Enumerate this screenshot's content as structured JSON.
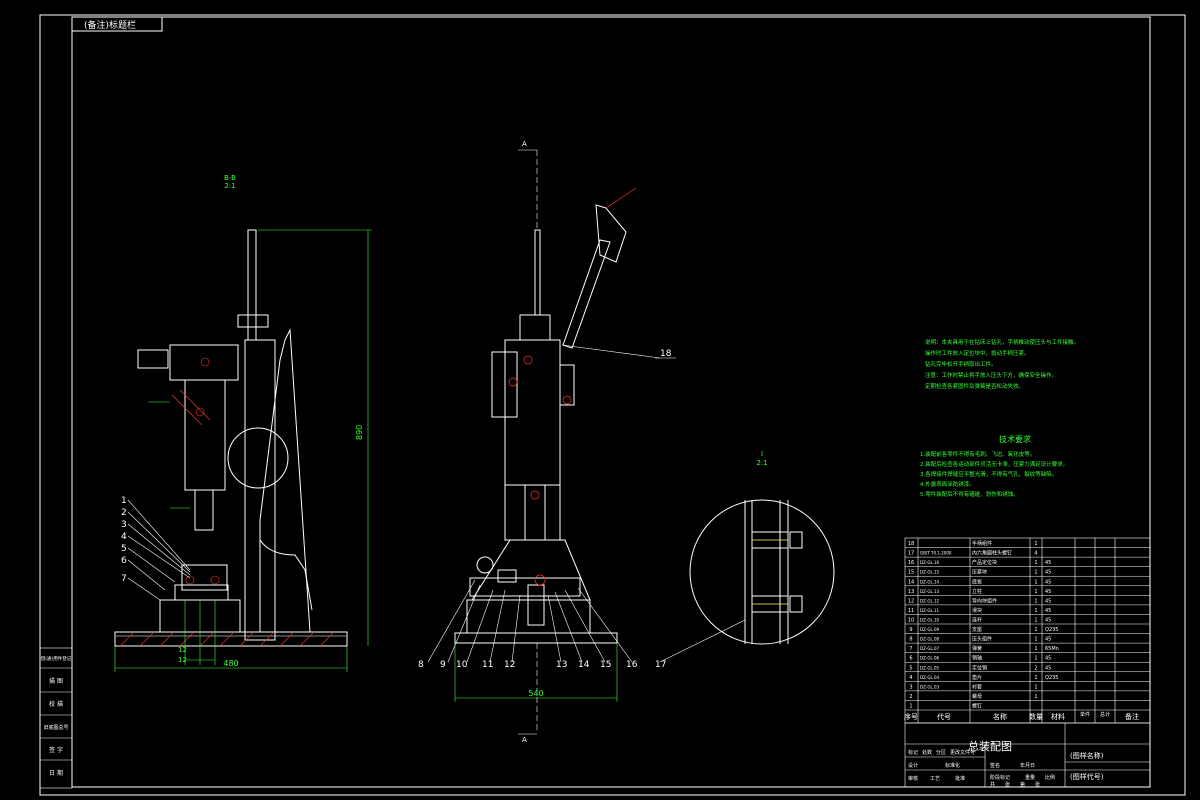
{
  "sheet": {
    "top_tag": "(备注)标题栏"
  },
  "side_panel": [
    "借(通)用件登记",
    "描 图",
    "校 描",
    "旧底图总号",
    "签 字",
    "日 期"
  ],
  "balloons_left": [
    "1",
    "2",
    "3",
    "4",
    "5",
    "6",
    "7"
  ],
  "balloons_bottom": [
    "8",
    "9",
    "10",
    "11",
    "12",
    "13",
    "14",
    "15",
    "16",
    "17"
  ],
  "balloon_right": "18",
  "section_marks": {
    "left_view": "B-B",
    "right_detail": "I",
    "scale": "2:1"
  },
  "dims": {
    "overall_height": "890",
    "base_left": "480",
    "base_right": "540",
    "gap_a": "12",
    "gap_b": "12",
    "stem": "A"
  },
  "notes": {
    "instructions": [
      "说明：本夹具用于在钻床上钻孔，手柄推动使压头与工件接触。",
      "操作时工件放入定位块中，扳动手柄压紧。",
      "钻孔完毕松开手柄取出工件。",
      "注意：工作时禁止将手放入压头下方，确保安全操作。",
      "定期检查各紧固件及弹簧是否松动失效。"
    ],
    "tech_title": "技术要求",
    "tech": [
      "1.装配前各零件不得有毛刺、飞边、氧化皮等。",
      "2.装配后检查各运动部件灵活无卡滞，压紧力满足设计要求。",
      "3.各焊接件焊缝应平整光滑，不得有气孔、裂纹等缺陷。",
      "4.外露表面涂防锈漆。",
      "5.零件装配后不得有磕碰、划伤和锈蚀。"
    ]
  },
  "bom": {
    "headers": [
      "序号",
      "代号",
      "名称",
      "数量",
      "材料",
      "单件",
      "总计",
      "备注"
    ],
    "rows": [
      [
        "18",
        "",
        "手柄组件",
        "1",
        ""
      ],
      [
        "17",
        "GB/T 70.1-2000",
        "内六角圆柱头螺钉",
        "4",
        ""
      ],
      [
        "16",
        "DZ-GL.16",
        "产品定位块",
        "1",
        "45"
      ],
      [
        "15",
        "DZ-GL.15",
        "压紧块",
        "1",
        "45"
      ],
      [
        "14",
        "DZ-GL.14",
        "底板",
        "1",
        "45"
      ],
      [
        "13",
        "DZ-GL.13",
        "立柱",
        "1",
        "45"
      ],
      [
        "12",
        "DZ-GL.12",
        "导向块组件",
        "1",
        "45"
      ],
      [
        "11",
        "DZ-GL.11",
        "滑块",
        "1",
        "45"
      ],
      [
        "10",
        "DZ-GL.10",
        "连杆",
        "1",
        "45"
      ],
      [
        "9",
        "DZ-GL.09",
        "支座",
        "1",
        "Q235"
      ],
      [
        "8",
        "DZ-GL.08",
        "压头组件",
        "1",
        "45"
      ],
      [
        "7",
        "DZ-GL.07",
        "弹簧",
        "1",
        "65Mn"
      ],
      [
        "6",
        "DZ-GL.06",
        "销轴",
        "1",
        "45"
      ],
      [
        "5",
        "DZ-GL.05",
        "定位销",
        "2",
        "45"
      ],
      [
        "4",
        "DZ-GL.04",
        "垫片",
        "1",
        "Q235"
      ],
      [
        "3",
        "DZ-GL.03",
        "衬套",
        "1",
        ""
      ],
      [
        "2",
        "",
        "螺母",
        "1",
        ""
      ],
      [
        "1",
        "",
        "螺钉",
        "",
        ""
      ]
    ]
  },
  "title_block": {
    "name": "总装配图",
    "code_top": "(图样名称)",
    "code_bottom": "(图样代号)",
    "labels": [
      "标记",
      "处数",
      "分区",
      "更改文件号",
      "签名",
      "年月日"
    ],
    "labels2": [
      "设计",
      "标准化",
      "阶段标记",
      "重量",
      "比例"
    ],
    "labels3": [
      "审核",
      "工艺",
      "批准",
      "共",
      "张",
      "第",
      "张"
    ]
  },
  "colors": {
    "line": "#ffffff",
    "note": "#33ff33",
    "dim": "#33ff33",
    "hatch": "#ff3333",
    "section": "#ff4444"
  }
}
